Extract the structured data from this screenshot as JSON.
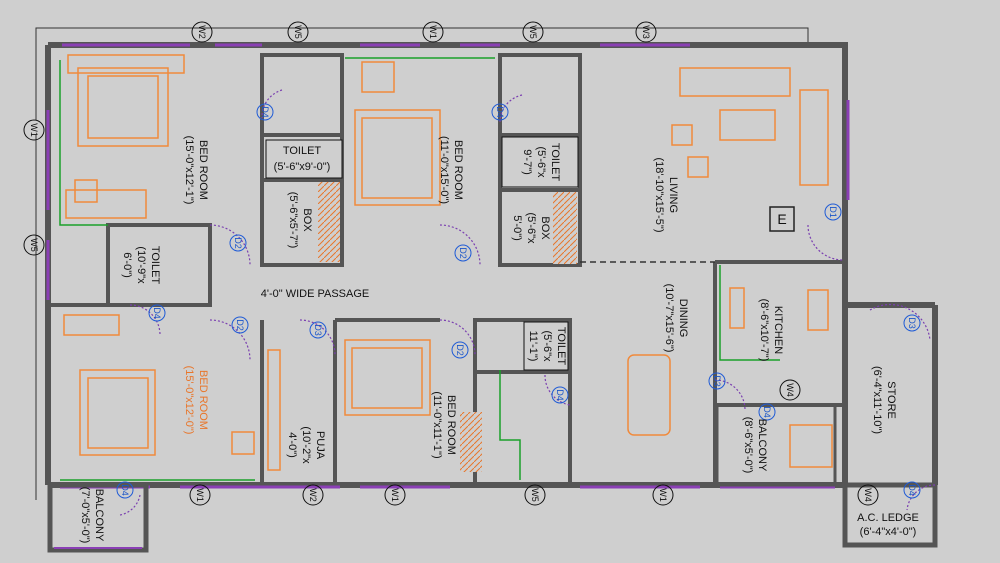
{
  "colors": {
    "background": "#cfcfcf",
    "wall": "#555555",
    "furniture": "#f08a3c",
    "window": "#8a3fb5",
    "door": "#7a3fb0",
    "door_tag": "#1f5bd6",
    "plumbing": "#1aa02a",
    "dimension": "#333333"
  },
  "window_tags": [
    "W2",
    "W5",
    "W1",
    "W5",
    "W3",
    "W1",
    "W5",
    "W1",
    "W2",
    "W1",
    "W5",
    "W1",
    "W4",
    "W4"
  ],
  "door_tags": [
    "D4",
    "D4",
    "D2",
    "D2",
    "D1",
    "D2",
    "D3",
    "D2",
    "D4",
    "D3",
    "D4",
    "D4",
    "D3",
    "D4"
  ],
  "entry_mark": "E",
  "rooms": {
    "bed1": {
      "name": "BED ROOM",
      "dim": "(15'-0\"x12'-1\")"
    },
    "toilet1": {
      "name": "TOILET",
      "dim": "(5'-6\"x9'-0\")"
    },
    "box1": {
      "name": "BOX",
      "dim": "(5'-6\"x5'-7\")"
    },
    "bed2": {
      "name": "BED ROOM",
      "dim": "(11'-0\"x15'-0\")"
    },
    "toilet2": {
      "name": "TOILET",
      "dim": "(5'-6\"x",
      "dim2": "9'-7\")"
    },
    "box2": {
      "name": "BOX",
      "dim": "(5'-6\"x",
      "dim2": "5'-0\")"
    },
    "living": {
      "name": "LIVING",
      "dim": "(18'-10\"x15'-5\")"
    },
    "toilet3": {
      "name": "TOILET",
      "dim": "(10'-9\"x",
      "dim2": "6'-0\")"
    },
    "passage": {
      "name": "4'-0\" WIDE PASSAGE"
    },
    "dining": {
      "name": "DINING",
      "dim": "(10'-7\"x15'-6\")"
    },
    "kitchen": {
      "name": "KITCHEN",
      "dim": "(8'-6\"x10'-7\")"
    },
    "store": {
      "name": "STORE",
      "dim": "(6'-4\"x11'-10\")"
    },
    "bed3": {
      "name": "BED ROOM",
      "dim": "(15'-0\"x12'-0\")"
    },
    "puja": {
      "name": "PUJA",
      "dim": "(10'-2\"x",
      "dim2": "4'-0\")"
    },
    "bed4": {
      "name": "BED ROOM",
      "dim": "(11'-0\"x11'-1\")"
    },
    "toilet4": {
      "name": "TOILET",
      "dim": "(5'-6\"x",
      "dim2": "11'-1\")"
    },
    "balcony1": {
      "name": "BALCONY",
      "dim": "(7'-0\"x5'-0\")"
    },
    "balcony2": {
      "name": "BALCONY",
      "dim": "(8'-6\"x5'-0\")"
    },
    "acledge": {
      "name": "A.C. LEDGE",
      "dim": "(6'-4\"x4'-0\")"
    }
  }
}
